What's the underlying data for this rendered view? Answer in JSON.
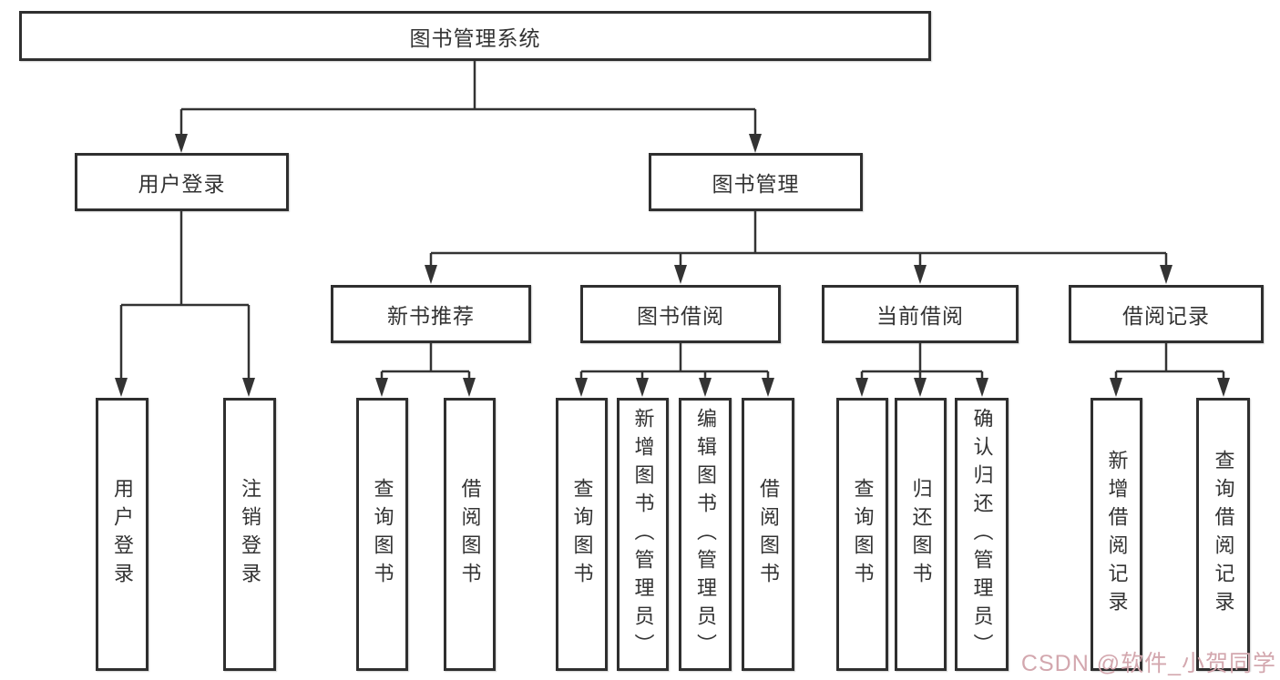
{
  "diagram": {
    "root": "图书管理系统",
    "level2": [
      "用户登录",
      "图书管理"
    ],
    "level3": [
      "新书推荐",
      "图书借阅",
      "当前借阅",
      "借阅记录"
    ],
    "leaves": [
      "用户登录",
      "注销登录",
      "查询图书",
      "借阅图书",
      "查询图书",
      "新增图书（管理员）",
      "编辑图书（管理员）",
      "借阅图书",
      "查询图书",
      "归还图书",
      "确认归还（管理员）",
      "新增借阅记录",
      "查询借阅记录"
    ],
    "hierarchy": {
      "图书管理系统": {
        "用户登录": [
          "用户登录",
          "注销登录"
        ],
        "图书管理": {
          "新书推荐": [
            "查询图书",
            "借阅图书"
          ],
          "图书借阅": [
            "查询图书",
            "新增图书（管理员）",
            "编辑图书（管理员）",
            "借阅图书"
          ],
          "当前借阅": [
            "查询图书",
            "归还图书",
            "确认归还（管理员）"
          ],
          "借阅记录": [
            "新增借阅记录",
            "查询借阅记录"
          ]
        }
      }
    },
    "colors": {
      "line": "#333333",
      "box_border": "#2f2f2f",
      "text": "#333333",
      "background": "#ffffff",
      "watermark": "#d3a7ae"
    }
  },
  "watermark": {
    "text": "CSDN @软件_小贺同学"
  }
}
